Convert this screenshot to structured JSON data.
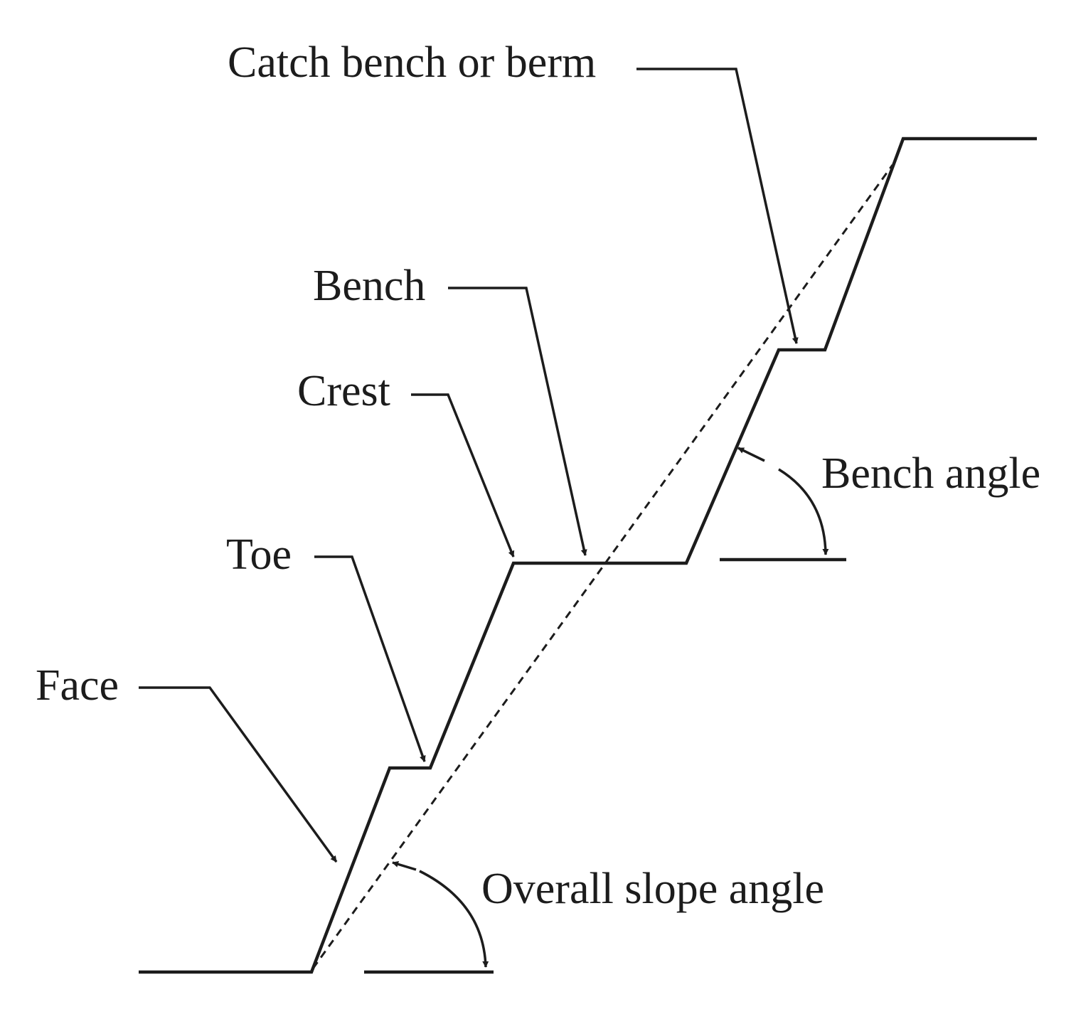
{
  "labels": {
    "catch_bench": "Catch bench or berm",
    "bench": "Bench",
    "crest": "Crest",
    "toe": "Toe",
    "face": "Face",
    "bench_angle": "Bench angle",
    "overall_slope_angle": "Overall slope angle"
  },
  "colors": {
    "line": "#1c1c1c",
    "background": "#ffffff"
  }
}
